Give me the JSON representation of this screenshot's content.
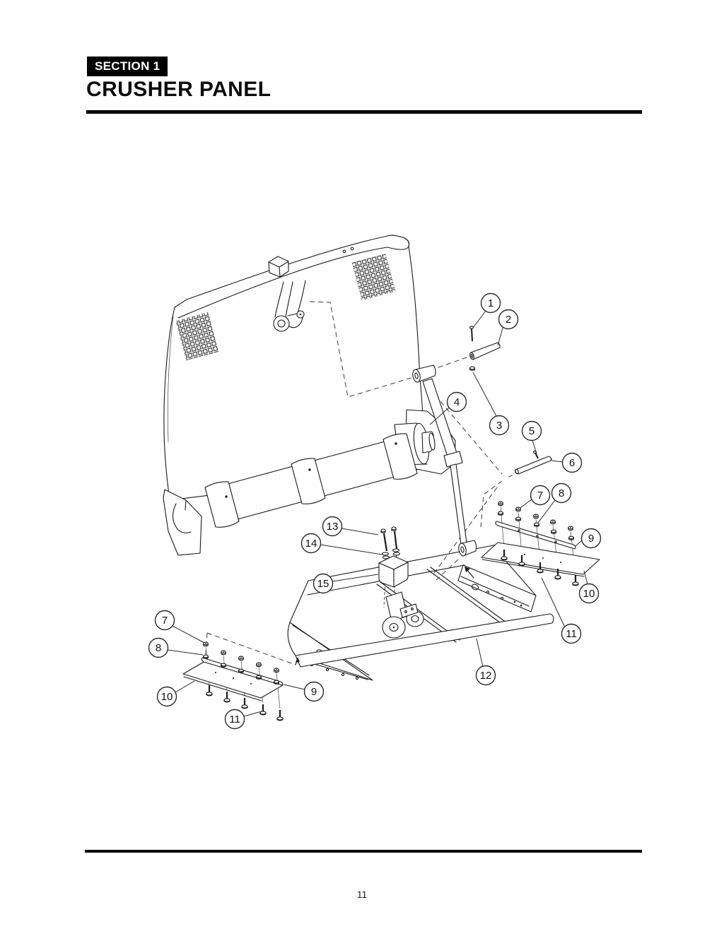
{
  "page": {
    "section_label": "SECTION 1",
    "title": "CRUSHER PANEL",
    "page_number": "11"
  },
  "diagram": {
    "type": "exploded-parts-diagram",
    "subject": "Crusher panel assembly exploded view",
    "colors": {
      "line": "#1a1a1a",
      "background": "#ffffff",
      "header_bar": "#000000"
    },
    "callouts": [
      {
        "id": "callout-1",
        "label": "1"
      },
      {
        "id": "callout-2",
        "label": "2"
      },
      {
        "id": "callout-3",
        "label": "3"
      },
      {
        "id": "callout-4",
        "label": "4"
      },
      {
        "id": "callout-5",
        "label": "5"
      },
      {
        "id": "callout-6",
        "label": "6"
      },
      {
        "id": "callout-7-right",
        "label": "7"
      },
      {
        "id": "callout-8-right",
        "label": "8"
      },
      {
        "id": "callout-9-right",
        "label": "9"
      },
      {
        "id": "callout-10-right",
        "label": "10"
      },
      {
        "id": "callout-11-right",
        "label": "11"
      },
      {
        "id": "callout-12",
        "label": "12"
      },
      {
        "id": "callout-13",
        "label": "13"
      },
      {
        "id": "callout-14",
        "label": "14"
      },
      {
        "id": "callout-15",
        "label": "15"
      },
      {
        "id": "callout-7-left",
        "label": "7"
      },
      {
        "id": "callout-8-left",
        "label": "8"
      },
      {
        "id": "callout-9-left",
        "label": "9"
      },
      {
        "id": "callout-10-left",
        "label": "10"
      },
      {
        "id": "callout-11-left",
        "label": "11"
      }
    ]
  }
}
